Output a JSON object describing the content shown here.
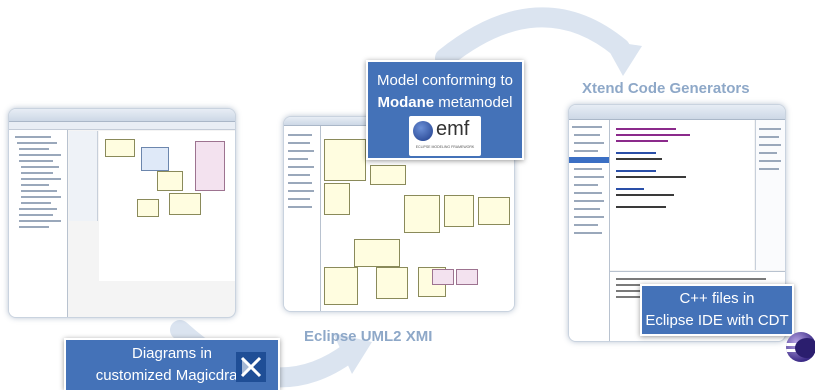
{
  "callouts": {
    "model_line1": "Model conforming to",
    "model_bold": "Modane",
    "model_rest": " metamodel",
    "diagrams_line1": "Diagrams in",
    "diagrams_line2": "customized Magicdraw",
    "cpp_line1": "C++ files in",
    "cpp_line2": "Eclipse IDE with CDT"
  },
  "captions": {
    "xtend": "Xtend Code Generators",
    "uml": "Eclipse UML2 XMI"
  },
  "logos": {
    "emf_text": "emf",
    "emf_sub": "ECLIPSE MODELING FRAMEWORK"
  },
  "colors": {
    "callout_fill": "#4472b8",
    "caption_text": "#8ea8c8",
    "arrow": "#dbe4f0"
  },
  "icons": [
    "magicdraw-icon",
    "eclipse-icon",
    "emf-logo-icon"
  ]
}
